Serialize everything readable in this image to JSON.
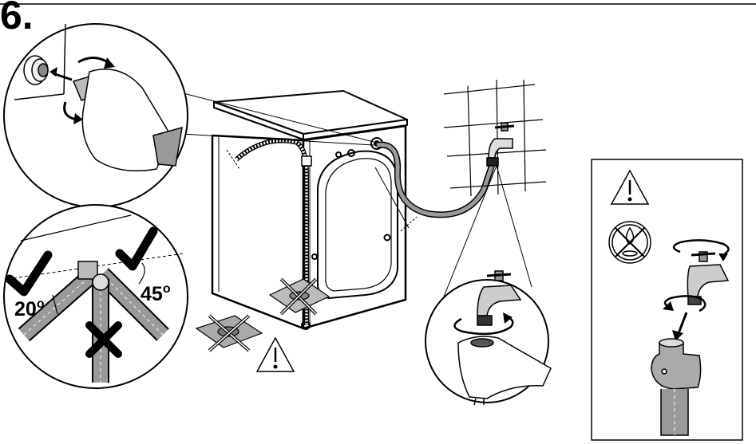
{
  "step": {
    "number": "6."
  },
  "angles": {
    "left": {
      "value": "20",
      "unit": "o"
    },
    "right": {
      "value": "45",
      "unit": "o"
    }
  },
  "icons": {
    "correct": "checkmark-icon",
    "wrong": "cross-icon",
    "warning": "warning-triangle-icon",
    "no_water": "no-water-drop-icon"
  },
  "colors": {
    "line": "#000000",
    "hose_gray": "#9a9a9a",
    "dark_gray": "#555555",
    "background": "#ffffff"
  }
}
